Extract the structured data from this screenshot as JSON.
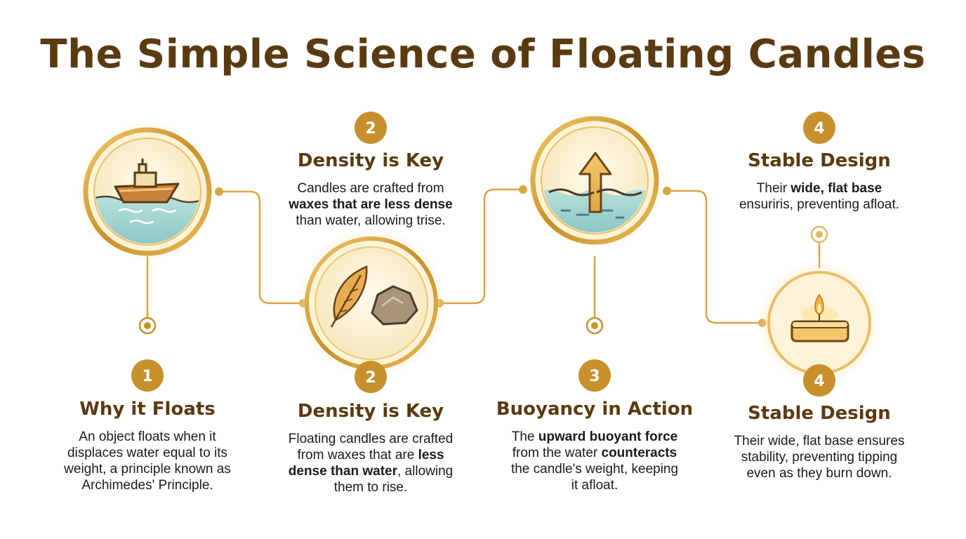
{
  "title": "The Simple Science of Floating Candles",
  "colors": {
    "title": "#5a3a10",
    "accent_gold": "#c8902c",
    "ring_gold": "#d9a441",
    "water": "#9fd3cf",
    "glow": "#fbefc8"
  },
  "icons": {
    "step1": "boat-on-water-icon",
    "step2": "feather-and-rock-icon",
    "step3": "up-arrow-water-icon",
    "step4": "floating-candle-icon"
  },
  "steps": {
    "s1": {
      "number": "1",
      "heading": "Why it Floats",
      "lines": [
        [
          {
            "t": "An object floats when it"
          }
        ],
        [
          {
            "t": "displaces water equal to its"
          }
        ],
        [
          {
            "t": "weight, a principle known as"
          }
        ],
        [
          {
            "t": "Archimedes' Principle."
          }
        ]
      ]
    },
    "s2_top": {
      "number": "2",
      "heading": "Density is Key",
      "lines": [
        [
          {
            "t": "Candles are crafted from"
          }
        ],
        [
          {
            "t": "waxes  that are less dense",
            "b": true
          }
        ],
        [
          {
            "t": "than water, allowing trise."
          }
        ]
      ]
    },
    "s2": {
      "number": "2",
      "heading": "Density is Key",
      "lines": [
        [
          {
            "t": "Floating candles are crafted"
          }
        ],
        [
          {
            "t": "from waxes that are "
          },
          {
            "t": "less",
            "b": true
          }
        ],
        [
          {
            "t": "dense than water",
            "b": true
          },
          {
            "t": ", allowing"
          }
        ],
        [
          {
            "t": "them to rise."
          }
        ]
      ]
    },
    "s3": {
      "number": "3",
      "heading": "Buoyancy in Action",
      "lines": [
        [
          {
            "t": "The "
          },
          {
            "t": "upward buoyant force",
            "b": true
          }
        ],
        [
          {
            "t": "from the water "
          },
          {
            "t": "counteracts",
            "b": true
          }
        ],
        [
          {
            "t": "the candle's weight, keeping"
          }
        ],
        [
          {
            "t": "it afloat."
          }
        ]
      ]
    },
    "s4_top": {
      "number": "4",
      "heading": "Stable Design",
      "lines": [
        [
          {
            "t": "Their "
          },
          {
            "t": "wide, flat base",
            "b": true
          }
        ],
        [
          {
            "t": "ensuriris, preventing afloat."
          }
        ]
      ]
    },
    "s4": {
      "number": "4",
      "heading": "Stable Design",
      "lines": [
        [
          {
            "t": "Their wide, flat base ensures"
          }
        ],
        [
          {
            "t": "stability, preventing tipping"
          }
        ],
        [
          {
            "t": "even as they burn down."
          }
        ]
      ]
    }
  }
}
